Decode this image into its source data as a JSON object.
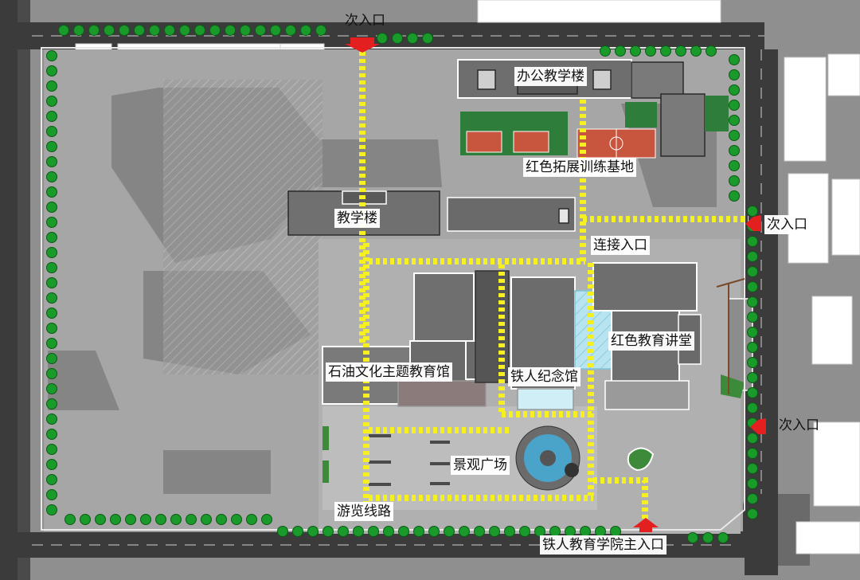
{
  "labels": {
    "north_entrance": "次入口",
    "office_building": "办公教学楼",
    "red_training_base": "红色拓展训练基地",
    "teaching_building": "教学楼",
    "east_entrance": "次入口",
    "connection_entrance": "连接入口",
    "red_lecture_hall": "红色教育讲堂",
    "petroleum_museum": "石油文化主题教育馆",
    "ironman_memorial": "铁人纪念馆",
    "southeast_entrance": "次入口",
    "landscape_plaza": "景观广场",
    "tour_route": "游览线路",
    "main_entrance": "铁人教育学院主入口"
  },
  "colors": {
    "route": "#f5f01f",
    "entrance_arrow": "#e41f1f",
    "tree": "#1a9a2a",
    "road": "#3a3a3a",
    "ground": "#a9a9a9",
    "building_roof": "#6e6e6e",
    "offsite_building": "#ffffff"
  },
  "icons": {
    "entrance": "red-arrow-icon",
    "trees": "tree-dot-icon",
    "fountain": "fountain-icon"
  }
}
